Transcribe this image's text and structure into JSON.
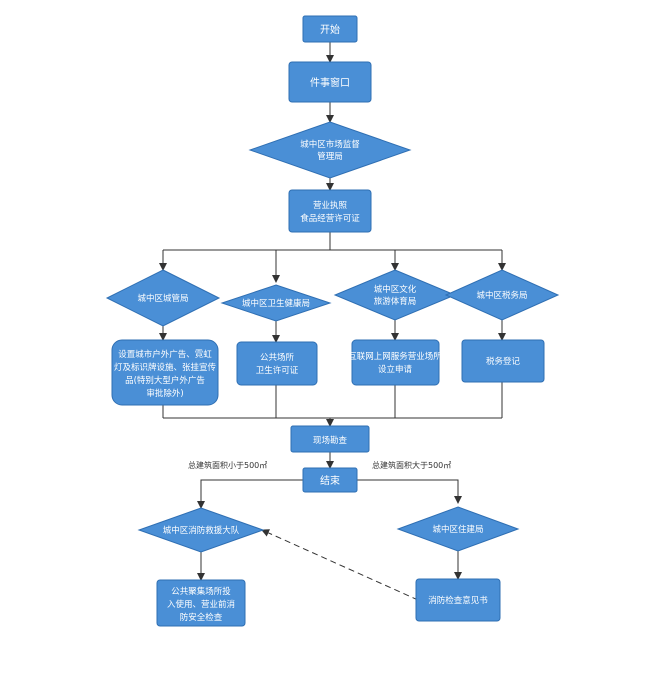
{
  "flowchart": {
    "start": "开始",
    "window": "件事窗口",
    "market_bureau": [
      "城中区市场监督",
      "管理局"
    ],
    "licenses": [
      "营业执照",
      "食品经营许可证"
    ],
    "branches": {
      "city_mgmt": "城中区城管局",
      "health": "城中区卫生健康局",
      "culture": [
        "城中区文化",
        "旅游体育局"
      ],
      "tax": "城中区税务局"
    },
    "outputs": {
      "city_mgmt": [
        "设置城市户外广告、霓虹",
        "灯及标识牌设施、张挂宣传",
        "品(特别大型户外广告",
        "审批除外)"
      ],
      "health": [
        "公共场所",
        "卫生许可证"
      ],
      "culture": [
        "互联网上网服务营业场所",
        "设立申请"
      ],
      "tax": "税务登记"
    },
    "site_check": "现场勘查",
    "end": "结束",
    "conditions": {
      "small": "总建筑面积小于500㎡",
      "large": "总建筑面积大于500㎡"
    },
    "fire_brigade": "城中区消防救援大队",
    "housing_bureau": "城中区住建局",
    "fire_check": [
      "公共聚集场所投",
      "入使用、营业前消",
      "防安全检查"
    ],
    "fire_opinion": "消防检查意见书"
  }
}
